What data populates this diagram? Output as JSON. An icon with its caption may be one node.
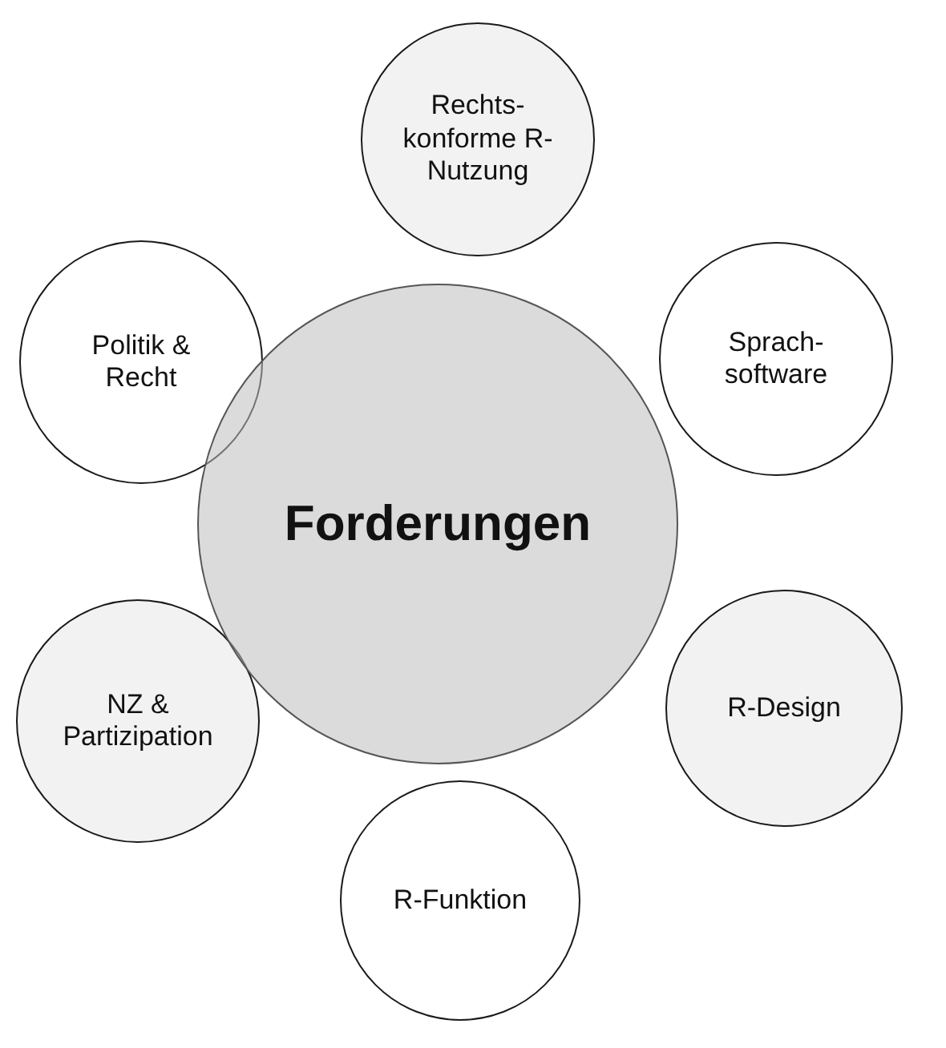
{
  "diagram": {
    "nodes": [
      {
        "text": [
          "Forderungen"
        ]
      },
      {
        "text": [
          "Rechts- konforme R-Nutzung"
        ]
      },
      {
        "text": [
          "Sprach- software"
        ]
      },
      {
        "text": [
          "R-Design"
        ]
      },
      {
        "text": [
          "R-Funktion"
        ]
      },
      {
        "text": [
          "NZ & Partizipation"
        ]
      },
      {
        "text": [
          "Politik & Recht"
        ]
      }
    ],
    "edges": []
  }
}
